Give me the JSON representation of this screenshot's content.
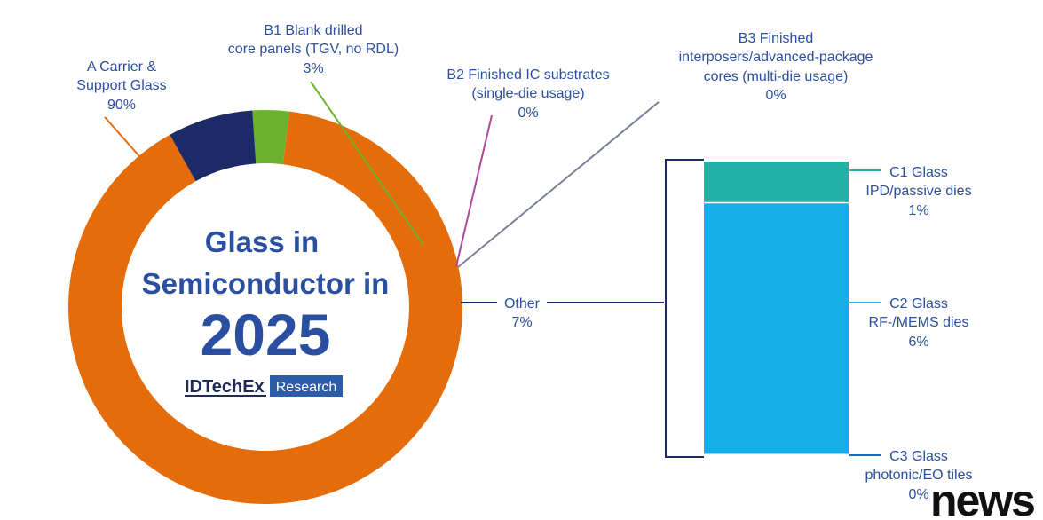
{
  "colors": {
    "carrier": "#E46C0A",
    "b1": "#6BB22E",
    "b2": "#B0479B",
    "b3": "#7A8196",
    "other": "#1C2A68",
    "c1": "#22B2A6",
    "c2": "#16AEE8",
    "c3": "#0B74B5",
    "text": "#2B4FA0"
  },
  "center": {
    "line1": "Glass in",
    "line2": "Semiconductor in",
    "year": "2025",
    "brand_name": "IDTechEx",
    "brand_tag": "Research"
  },
  "watermark": "news",
  "chart_data": [
    {
      "type": "pie",
      "variant": "donut",
      "slices": [
        {
          "id": "a",
          "lines": [
            "A Carrier &",
            "Support Glass"
          ],
          "value_label": "90%",
          "value": 90
        },
        {
          "id": "b1",
          "lines": [
            "B1 Blank drilled",
            "core panels (TGV, no RDL)"
          ],
          "value_label": "3%",
          "value": 3
        },
        {
          "id": "b2",
          "lines": [
            "B2 Finished IC substrates",
            "(single-die usage)"
          ],
          "value_label": "0%",
          "value": 0
        },
        {
          "id": "b3",
          "lines": [
            "B3 Finished",
            "interposers/advanced-package",
            "cores (multi-die usage)"
          ],
          "value_label": "0%",
          "value": 0
        },
        {
          "id": "other",
          "lines": [
            "Other"
          ],
          "value_label": "7%",
          "value": 7
        }
      ]
    },
    {
      "type": "bar",
      "variant": "stacked",
      "breakdown_of": "Other",
      "segments": [
        {
          "id": "c1",
          "lines": [
            "C1 Glass",
            "IPD/passive dies"
          ],
          "value_label": "1%",
          "value": 1
        },
        {
          "id": "c2",
          "lines": [
            "C2 Glass",
            "RF-/MEMS dies"
          ],
          "value_label": "6%",
          "value": 6
        },
        {
          "id": "c3",
          "lines": [
            "C3 Glass",
            "photonic/EO tiles"
          ],
          "value_label": "0%",
          "value": 0
        }
      ]
    }
  ]
}
